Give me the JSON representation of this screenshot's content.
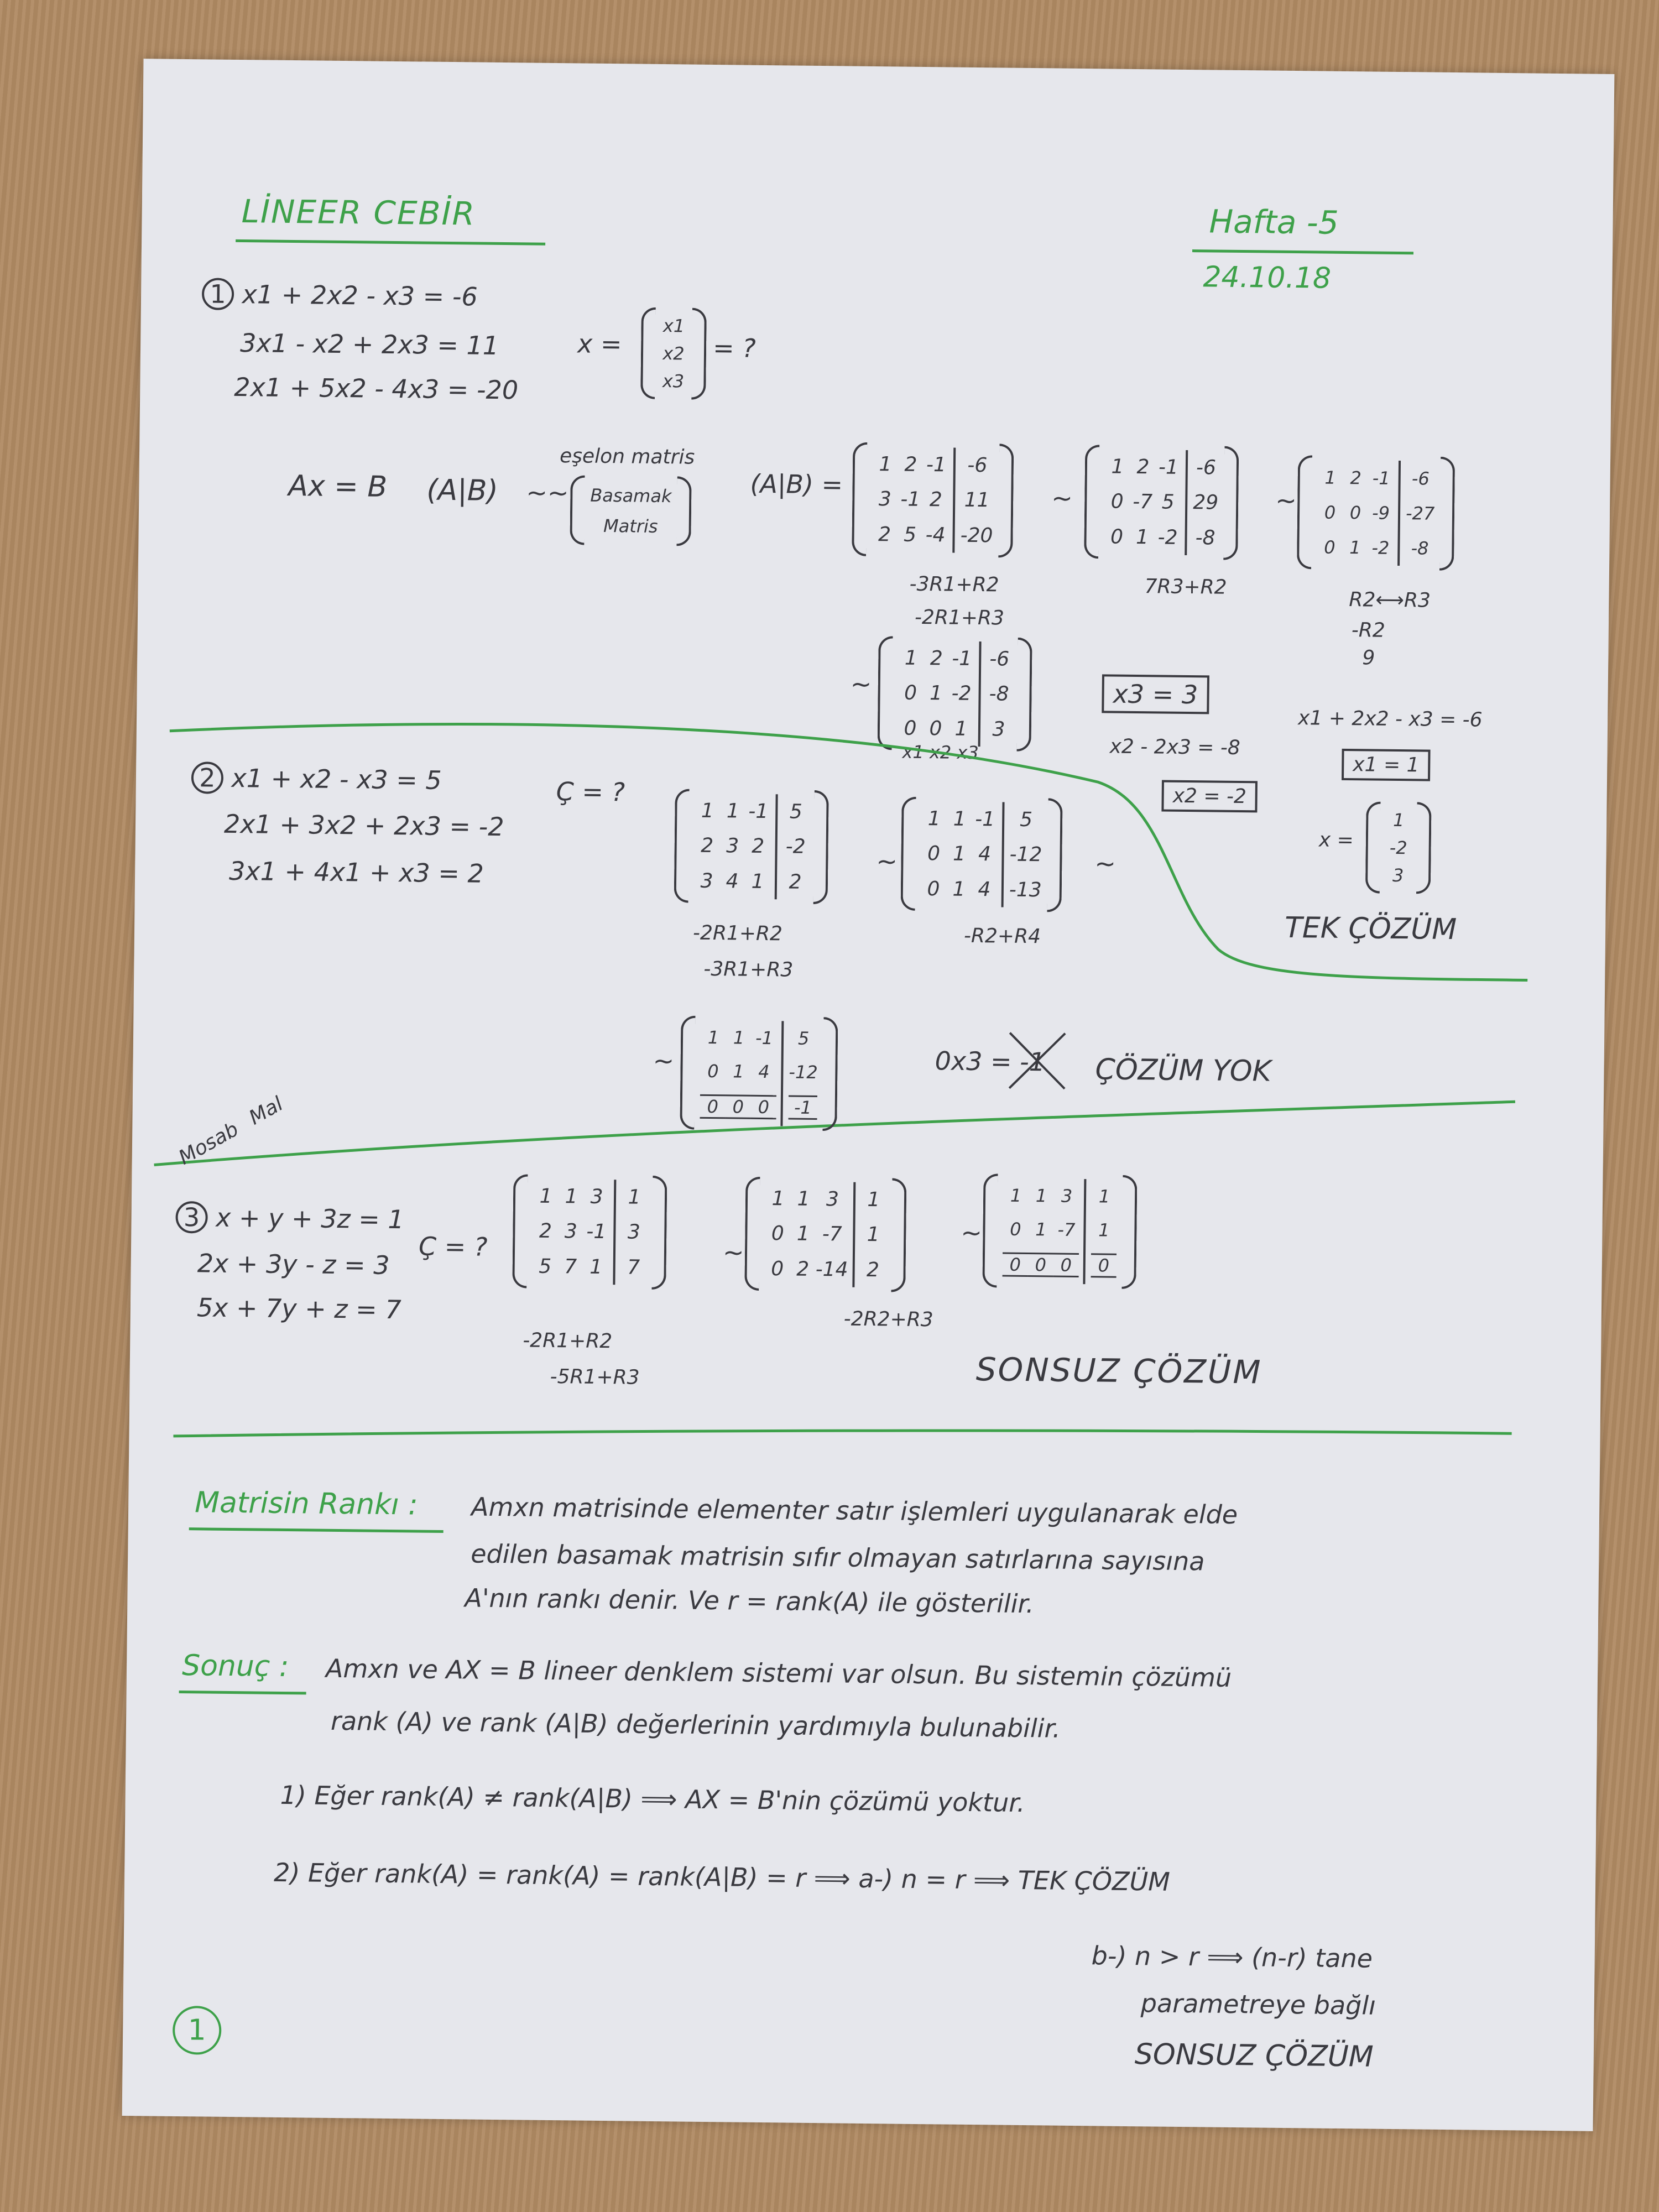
{
  "header": {
    "title": "LİNEER CEBİR",
    "week": "Hafta -5",
    "date": "24.10.18"
  },
  "p1": {
    "num": "1",
    "eq1": "x1 + 2x2 - x3 = -6",
    "eq2": "3x1 - x2 + 2x3 = 11",
    "eq3": "2x1 + 5x2 - 4x3 = -20",
    "xvec_left": "x =",
    "xvec": [
      "x1",
      "x2",
      "x3"
    ],
    "xvec_q": "= ?",
    "axb": "Ax = B",
    "aug": "(A|B)",
    "tilde2": "~~",
    "eskili": "eşelon matris",
    "basamak": [
      "Basamak",
      "Matris"
    ],
    "ab_eq": "(A|B) =",
    "m1": [
      [
        "1",
        "2",
        "-1",
        "-6"
      ],
      [
        "3",
        "-1",
        "2",
        "11"
      ],
      [
        "2",
        "5",
        "-4",
        "-20"
      ]
    ],
    "m1_ops": [
      "-3R1+R2",
      "-2R1+R3"
    ],
    "m2": [
      [
        "1",
        "2",
        "-1",
        "-6"
      ],
      [
        "0",
        "-7",
        "5",
        "29"
      ],
      [
        "0",
        "1",
        "-2",
        "-8"
      ]
    ],
    "m2_ops": [
      "7R3+R2"
    ],
    "m3": [
      [
        "1",
        "2",
        "-1",
        "-6"
      ],
      [
        "0",
        "0",
        "-9",
        "-27"
      ],
      [
        "0",
        "1",
        "-2",
        "-8"
      ]
    ],
    "m3_ops": [
      "R2⟷R3",
      "-R2",
      "9"
    ],
    "m4": [
      [
        "1",
        "2",
        "-1",
        "-6"
      ],
      [
        "0",
        "1",
        "-2",
        "-8"
      ],
      [
        "0",
        "0",
        "1",
        "3"
      ]
    ],
    "m4_cols": "x1  x2  x3",
    "x3": "x3 = 3",
    "eq_back1": "x2 - 2x3 = -8",
    "x2": "x2 = -2",
    "eq_back2": "x1 + 2x2 - x3 = -6",
    "x1": "x1 = 1",
    "sol_left": "x =",
    "sol": [
      "1",
      "-2",
      "3"
    ],
    "result": "TEK ÇÖZÜM",
    "tilde": "~"
  },
  "p2": {
    "num": "2",
    "eq1": "x1 + x2 - x3 = 5",
    "eq2": "2x1 + 3x2 + 2x3 = -2",
    "eq3": "3x1 + 4x1 + x3 = 2",
    "q": "Ç = ?",
    "m1": [
      [
        "1",
        "1",
        "-1",
        "5"
      ],
      [
        "2",
        "3",
        "2",
        "-2"
      ],
      [
        "3",
        "4",
        "1",
        "2"
      ]
    ],
    "m1_ops": [
      "-2R1+R2",
      "-3R1+R3"
    ],
    "m2": [
      [
        "1",
        "1",
        "-1",
        "5"
      ],
      [
        "0",
        "1",
        "4",
        "-12"
      ],
      [
        "0",
        "1",
        "4",
        "-13"
      ]
    ],
    "m2_ops": [
      "-R2+R4"
    ],
    "m3": [
      [
        "1",
        "1",
        "-1",
        "5"
      ],
      [
        "0",
        "1",
        "4",
        "-12"
      ],
      [
        "0",
        "0",
        "0",
        "-1"
      ]
    ],
    "contra": "0x3 = -1",
    "result": "ÇÖZÜM YOK",
    "side": [
      "Mosab",
      "Mal"
    ],
    "tilde": "~"
  },
  "p3": {
    "num": "3",
    "eq1": "x + y + 3z = 1",
    "eq2": "2x + 3y - z = 3",
    "eq3": "5x + 7y + z = 7",
    "q": "Ç = ?",
    "m1": [
      [
        "1",
        "1",
        "3",
        "1"
      ],
      [
        "2",
        "3",
        "-1",
        "3"
      ],
      [
        "5",
        "7",
        "1",
        "7"
      ]
    ],
    "m1_ops": [
      "-2R1+R2",
      "-5R1+R3"
    ],
    "m2": [
      [
        "1",
        "1",
        "3",
        "1"
      ],
      [
        "0",
        "1",
        "-7",
        "1"
      ],
      [
        "0",
        "2",
        "-14",
        "2"
      ]
    ],
    "m2_ops": [
      "-2R2+R3"
    ],
    "m3": [
      [
        "1",
        "1",
        "3",
        "1"
      ],
      [
        "0",
        "1",
        "-7",
        "1"
      ],
      [
        "0",
        "0",
        "0",
        "0"
      ]
    ],
    "result": "SONSUZ ÇÖZÜM",
    "tilde": "~"
  },
  "rank": {
    "label": "Matrisin Rankı :",
    "line1": "Amxn matrisinde elementer satır işlemleri uygulanarak elde",
    "line2": "edilen basamak matrisin sıfır olmayan satırlarına sayısına",
    "line3": "A'nın rankı denir. Ve r = rank(A) ile gösterilir."
  },
  "sonuc": {
    "label": "Sonuç :",
    "line1": "Amxn ve AX = B lineer denklem sistemi var olsun. Bu sistemin çözümü",
    "line2": "rank (A) ve rank (A|B) değerlerinin yardımıyla bulunabilir.",
    "item1": "1) Eğer rank(A) ≠ rank(A|B) ⟹ AX = B'nin çözümü yoktur.",
    "item2": "2) Eğer rank(A) = rank(A) = rank(A|B) = r ⟹ a-) n = r ⟹ TEK ÇÖZÜM",
    "item2b1": "b-) n > r ⟹ (n-r) tane",
    "item2b2": "parametreye bağlı",
    "item2b3": "SONSUZ ÇÖZÜM"
  },
  "page_num": "1"
}
